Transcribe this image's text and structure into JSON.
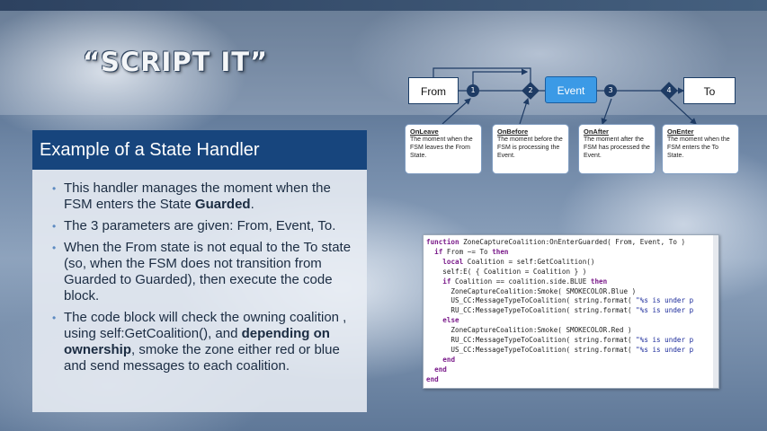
{
  "slide": {
    "title": "“SCRIPT IT”"
  },
  "panel": {
    "heading": "Example of a State Handler",
    "bullets": [
      [
        "This handler manages the moment when the FSM enters the State ",
        {
          "b": "Guarded"
        },
        "."
      ],
      [
        "The 3 parameters are given: From, Event, To."
      ],
      [
        "When the From state is not equal to the To state (so, when the FSM does not transition from Guarded to Guarded), then execute the code block."
      ],
      [
        "The code block will check the owning coalition , using self:GetCoalition(), and ",
        {
          "b": "depending on ownership"
        },
        ", smoke the zone either red or blue and send messages to each coalition."
      ]
    ]
  },
  "diagram": {
    "states": {
      "from": "From",
      "event": "Event",
      "to": "To"
    },
    "nodes": [
      "1",
      "2",
      "3",
      "4"
    ],
    "callouts": [
      {
        "title": "OnLeave",
        "text": "The moment when the FSM leaves the From State."
      },
      {
        "title": "OnBefore",
        "text": "The moment before the FSM is processing the Event."
      },
      {
        "title": "OnAfter",
        "text": "The moment after the FSM has processed the Event."
      },
      {
        "title": "OnEnter",
        "text": "The moment when the FSM enters the To State."
      }
    ]
  },
  "code": {
    "lines": [
      [
        {
          "k": "function"
        },
        " ZoneCaptureCoalition:OnEnterGuarded( From, Event, To )"
      ],
      [
        "  ",
        {
          "k": "if"
        },
        " From ~= To ",
        {
          "k": "then"
        }
      ],
      [
        "    ",
        {
          "k": "local"
        },
        " Coalition = self:GetCoalition()"
      ],
      [
        "    self:E( { Coalition = Coalition } )"
      ],
      [
        "    ",
        {
          "k": "if"
        },
        " Coalition == coalition.side.BLUE ",
        {
          "k": "then"
        }
      ],
      [
        "      ZoneCaptureCoalition:Smoke( SMOKECOLOR.Blue )"
      ],
      [
        "      US_CC:MessageTypeToCoalition( string.format( ",
        {
          "s": "\"%s is under p"
        }
      ],
      [
        "      RU_CC:MessageTypeToCoalition( string.format( ",
        {
          "s": "\"%s is under p"
        }
      ],
      [
        "    ",
        {
          "k": "else"
        }
      ],
      [
        "      ZoneCaptureCoalition:Smoke( SMOKECOLOR.Red )"
      ],
      [
        "      RU_CC:MessageTypeToCoalition( string.format( ",
        {
          "s": "\"%s is under p"
        }
      ],
      [
        "      US_CC:MessageTypeToCoalition( string.format( ",
        {
          "s": "\"%s is under p"
        }
      ],
      [
        "    ",
        {
          "k": "end"
        }
      ],
      [
        "  ",
        {
          "k": "end"
        }
      ],
      [
        {
          "k": "end"
        }
      ]
    ]
  },
  "colors": {
    "panel_header": "#17457d",
    "event_state": "#3b9ae6",
    "node": "#1e3b64",
    "keyword": "#7a1b8a",
    "string": "#1a2a9a"
  }
}
